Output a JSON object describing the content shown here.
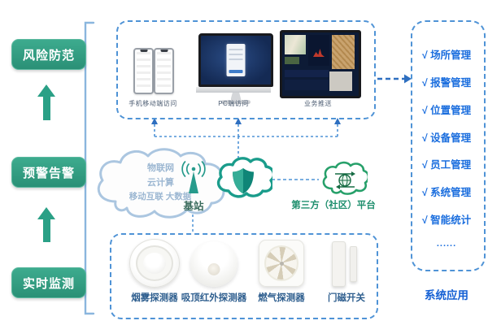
{
  "left_flow": {
    "steps": [
      {
        "label": "风险防范"
      },
      {
        "label": "预警告警"
      },
      {
        "label": "实时监测"
      }
    ]
  },
  "top_box": {
    "devices": [
      {
        "label": "手机移动端访问"
      },
      {
        "label": "PC端访问"
      },
      {
        "label": "业务推送"
      }
    ]
  },
  "middle": {
    "cloud_lines": [
      "物联网",
      "云计算",
      "移动互联  大数据"
    ],
    "base_station_label": "基站",
    "third_party_label": "第三方（社区）平台"
  },
  "bottom_box": {
    "sensors": [
      {
        "label": "烟雾探测器"
      },
      {
        "label": "吸顶红外探测器"
      },
      {
        "label": "燃气探测器"
      },
      {
        "label": "门磁开关"
      }
    ]
  },
  "right_panel": {
    "items": [
      "√ 场所管理",
      "√ 报警管理",
      "√ 位置管理",
      "√ 设备管理",
      "√ 员工管理",
      "√ 系统管理",
      "√ 智能统计",
      "......"
    ],
    "caption": "系统应用"
  },
  "colors": {
    "flow_button_teal": "#2f9c80",
    "connector_blue": "#4f93d6",
    "list_blue": "#1b6ede",
    "uplink_green": "#2eb872",
    "shield_teal": "#0f8577",
    "third_party_green": "#27a06a"
  }
}
